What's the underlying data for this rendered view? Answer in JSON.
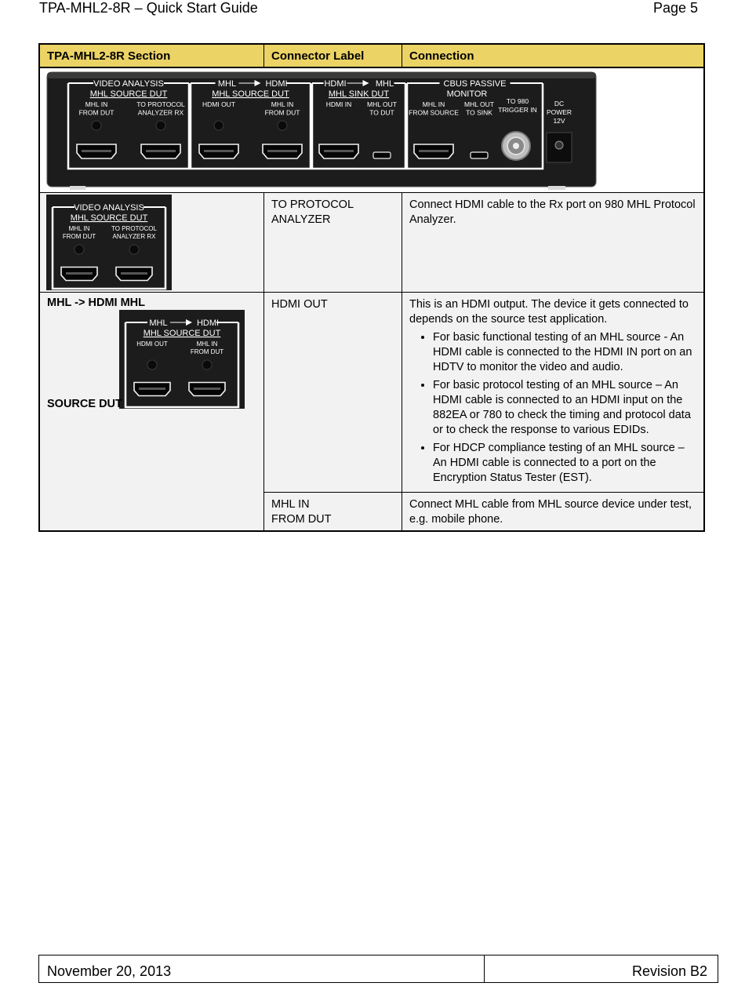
{
  "header": {
    "title": "TPA-MHL2-8R – Quick Start Guide",
    "page": "Page 5"
  },
  "table": {
    "columns": [
      "TPA-MHL2-8R Section",
      "Connector Label",
      "Connection"
    ],
    "panel": {
      "groups": [
        {
          "title": "VIDEO ANALYSIS",
          "subtitle": "MHL SOURCE DUT",
          "ports": [
            "MHL IN\nFROM DUT",
            "TO PROTOCOL\nANALYZER RX"
          ]
        },
        {
          "title": "MHL —▶ HDMI",
          "subtitle": "MHL SOURCE DUT",
          "ports": [
            "HDMI OUT",
            "MHL IN\nFROM DUT"
          ]
        },
        {
          "title": "HDMI —▶ MHL",
          "subtitle": "MHL SINK DUT",
          "ports": [
            "HDMI IN",
            "MHL OUT\nTO DUT"
          ]
        },
        {
          "title": "CBUS PASSIVE",
          "subtitle": "MONITOR",
          "ports": [
            "MHL IN\nFROM SOURCE",
            "MHL OUT\nTO SINK"
          ]
        }
      ],
      "trigger_label": "TO 980\nTRIGGER IN",
      "power_label": "DC\nPOWER\n12V"
    },
    "rows": [
      {
        "section_image": {
          "title": "VIDEO ANALYSIS",
          "subtitle": "MHL SOURCE DUT",
          "ports": [
            "MHL IN\nFROM DUT",
            "TO PROTOCOL\nANALYZER RX"
          ]
        },
        "connector_line1": "TO PROTOCOL",
        "connector_line2": "ANALYZER",
        "connection": "Connect HDMI cable to the Rx port on 980 MHL Protocol Analyzer."
      },
      {
        "section_line1": "MHL -> HDMI MHL",
        "section_line2": "SOURCE DUT",
        "section_image": {
          "title": "MHL —▶ HDMI",
          "subtitle": "MHL SOURCE DUT",
          "ports": [
            "HDMI OUT",
            "MHL IN\nFROM DUT"
          ]
        },
        "connector": "HDMI OUT",
        "intro": "This is an HDMI output. The device it gets connected to depends on the source test application.",
        "bullets": [
          "For basic functional testing of an MHL source - An HDMI cable is connected to the HDMI IN port on an HDTV to monitor the video and audio.",
          "For basic protocol testing of an MHL source – An HDMI cable is connected to an HDMI input on the 882EA or 780 to check the timing and protocol data or to check the response to various EDIDs.",
          "For HDCP compliance testing of an MHL source – An HDMI cable is connected to a port on the Encryption Status Tester (EST)."
        ]
      },
      {
        "connector_line1": "MHL IN",
        "connector_line2": "FROM DUT",
        "connection": "Connect MHL cable from MHL source device under test, e.g. mobile phone."
      }
    ]
  },
  "footer": {
    "date": "November 20, 2013",
    "revision": "Revision B2"
  }
}
